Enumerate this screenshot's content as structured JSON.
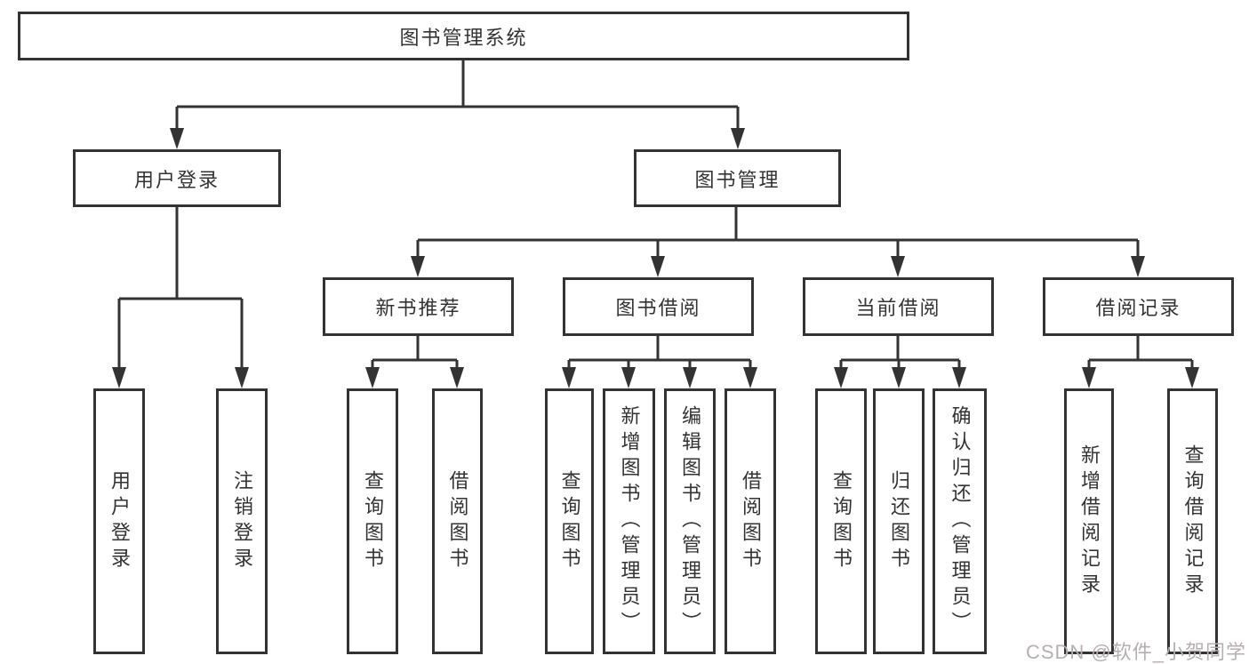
{
  "tree": {
    "root": {
      "label": "图书管理系统"
    },
    "children": [
      {
        "label": "用户登录",
        "children": [
          {
            "label": "用户登录"
          },
          {
            "label": "注销登录"
          }
        ]
      },
      {
        "label": "图书管理",
        "children": [
          {
            "label": "新书推荐",
            "children": [
              {
                "label": "查询图书"
              },
              {
                "label": "借阅图书"
              }
            ]
          },
          {
            "label": "图书借阅",
            "children": [
              {
                "label": "查询图书"
              },
              {
                "label": "新增图书（管理员）"
              },
              {
                "label": "编辑图书（管理员）"
              },
              {
                "label": "借阅图书"
              }
            ]
          },
          {
            "label": "当前借阅",
            "children": [
              {
                "label": "查询图书"
              },
              {
                "label": "归还图书"
              },
              {
                "label": "确认归还（管理员）"
              }
            ]
          },
          {
            "label": "借阅记录",
            "children": [
              {
                "label": "新增借阅记录"
              },
              {
                "label": "查询借阅记录"
              }
            ]
          }
        ]
      }
    ]
  },
  "watermark": {
    "text": "CSDN @软件_小贺同学"
  },
  "colors": {
    "line": "#333333",
    "text": "#333333",
    "box_fill": "#ffffff",
    "watermark": "#b7aeb1"
  }
}
